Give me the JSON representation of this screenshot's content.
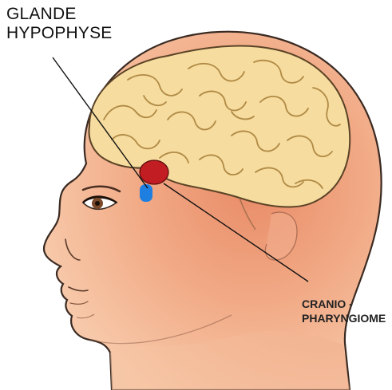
{
  "labels": {
    "pituitary": [
      "GLANDE",
      "HYPOPHYSE"
    ],
    "tumor": [
      "CRANIO -",
      "PHARYNGIOME"
    ]
  },
  "colors": {
    "skin": "#f4bf9e",
    "skin_shade": "#ee9a78",
    "outline": "#3a2a22",
    "brain": "#f6dc9e",
    "brain_fold": "#c9a25a",
    "pituitary_gland": "#c21d22",
    "craniopharyngioma": "#1e7fe0",
    "pointer_line": "#111111"
  }
}
